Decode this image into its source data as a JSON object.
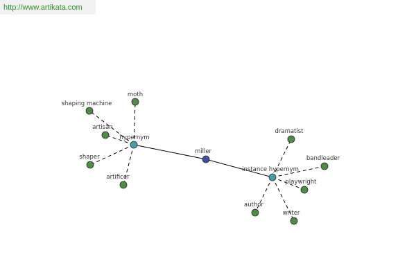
{
  "header": {
    "site_url": "http://www.artikata.com"
  },
  "colors": {
    "center": "#3f4f99",
    "hub": "#4c9aa6",
    "leaf": "#4f8a46",
    "outline": "#2a2a2a",
    "link": "#2e8b2e"
  },
  "graph": {
    "nodes": [
      {
        "id": "miller",
        "label": "miller",
        "kind": "center"
      },
      {
        "id": "hypernym",
        "label": "hypernym",
        "kind": "hub"
      },
      {
        "id": "instance-hypernym",
        "label": "instance hypernym",
        "kind": "hub"
      },
      {
        "id": "moth",
        "label": "moth",
        "kind": "leaf"
      },
      {
        "id": "shaping-machine",
        "label": "shaping machine",
        "kind": "leaf"
      },
      {
        "id": "artisan",
        "label": "artisan",
        "kind": "leaf"
      },
      {
        "id": "shaper",
        "label": "shaper",
        "kind": "leaf"
      },
      {
        "id": "artificer",
        "label": "artificer",
        "kind": "leaf"
      },
      {
        "id": "dramatist",
        "label": "dramatist",
        "kind": "leaf"
      },
      {
        "id": "bandleader",
        "label": "bandleader",
        "kind": "leaf"
      },
      {
        "id": "playwright",
        "label": "playwright",
        "kind": "leaf"
      },
      {
        "id": "author",
        "label": "author",
        "kind": "leaf"
      },
      {
        "id": "writer",
        "label": "writer",
        "kind": "leaf"
      }
    ],
    "edges": [
      {
        "from": "miller",
        "to": "hypernym",
        "style": "solid"
      },
      {
        "from": "miller",
        "to": "instance-hypernym",
        "style": "solid"
      },
      {
        "from": "hypernym",
        "to": "moth",
        "style": "dashed"
      },
      {
        "from": "hypernym",
        "to": "shaping-machine",
        "style": "dashed"
      },
      {
        "from": "hypernym",
        "to": "artisan",
        "style": "dashed"
      },
      {
        "from": "hypernym",
        "to": "shaper",
        "style": "dashed"
      },
      {
        "from": "hypernym",
        "to": "artificer",
        "style": "dashed"
      },
      {
        "from": "instance-hypernym",
        "to": "dramatist",
        "style": "dashed"
      },
      {
        "from": "instance-hypernym",
        "to": "bandleader",
        "style": "dashed"
      },
      {
        "from": "instance-hypernym",
        "to": "playwright",
        "style": "dashed"
      },
      {
        "from": "instance-hypernym",
        "to": "author",
        "style": "dashed"
      },
      {
        "from": "instance-hypernym",
        "to": "writer",
        "style": "dashed"
      }
    ]
  }
}
